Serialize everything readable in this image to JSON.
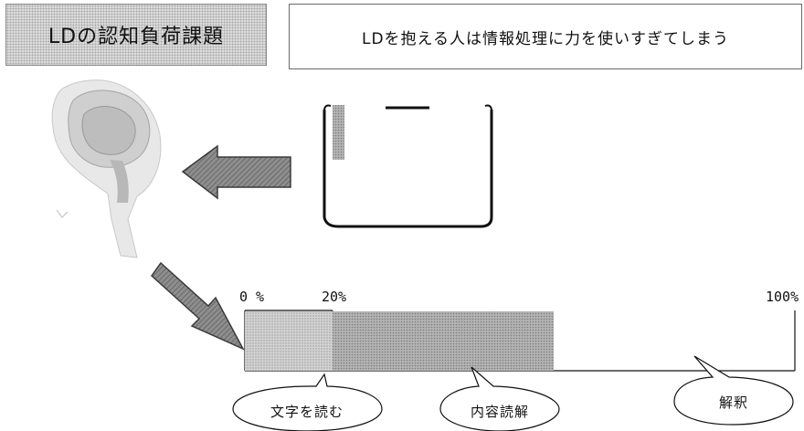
{
  "header": {
    "title": "LDの認知負荷課題",
    "subtitle": "LDを抱える人は情報処理に力を使いすぎてしまう"
  },
  "scale": {
    "start_label": "0 %",
    "mid_label": "20%",
    "end_label": "100%"
  },
  "bar": {
    "reading_fraction": 0.2,
    "comprehension_fraction": 0.35
  },
  "callouts": {
    "reading": "文字を読む",
    "comprehension": "内容読解",
    "interpretation": "解釈"
  }
}
